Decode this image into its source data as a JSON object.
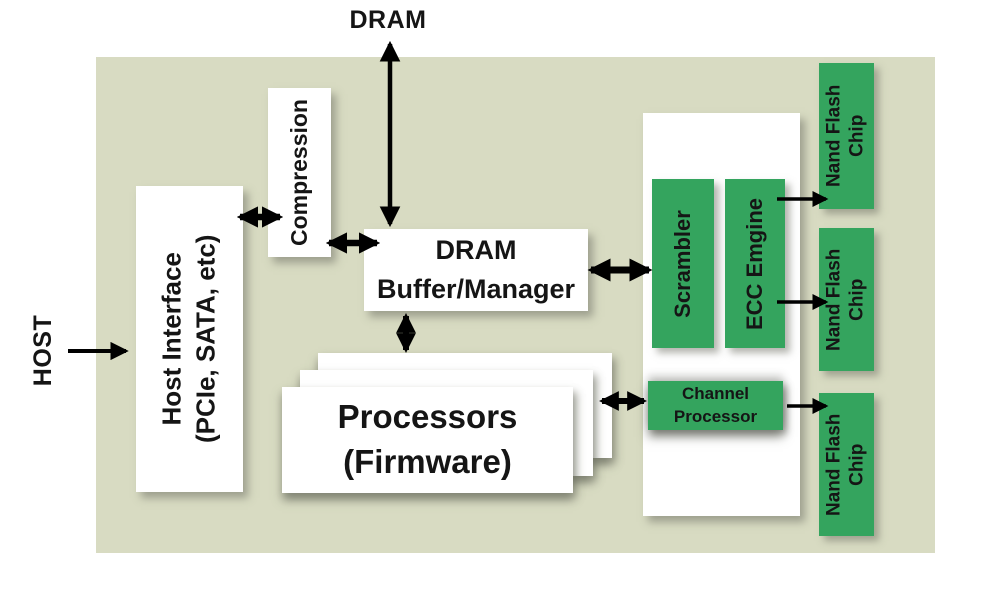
{
  "colors": {
    "page_bg": "#ffffff",
    "panel_bg": "#d8dbc2",
    "box_bg": "#ffffff",
    "green_box_bg": "#34a45e",
    "arrow": "#000000",
    "text": "#151515"
  },
  "external_labels": {
    "host": "HOST",
    "dram": "DRAM"
  },
  "blocks": {
    "host_interface": {
      "line1": "Host Interface",
      "line2": "(PCIe, SATA, etc)"
    },
    "compression": {
      "label": "Compression"
    },
    "dram_buffer": {
      "line1": "DRAM",
      "line2": "Buffer/Manager"
    },
    "processors": {
      "line1": "Processors",
      "line2": "(Firmware)"
    },
    "scrambler": {
      "label": "Scrambler"
    },
    "ecc_engine": {
      "label": "ECC Emgine"
    },
    "channel_processor": {
      "line1": "Channel",
      "line2": "Processor"
    },
    "nand_chips": [
      {
        "line1": "Nand Flash",
        "line2": "Chip"
      },
      {
        "line1": "Nand Flash",
        "line2": "Chip"
      },
      {
        "line1": "Nand Flash",
        "line2": "Chip"
      }
    ]
  }
}
